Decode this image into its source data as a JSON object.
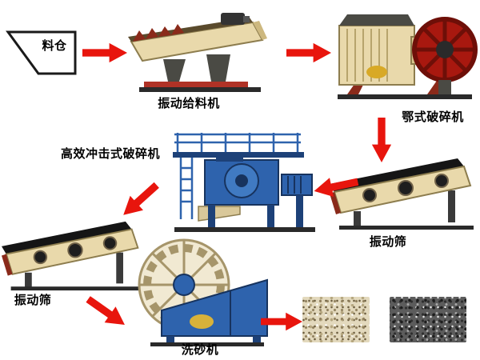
{
  "diagram": {
    "type": "process-flow",
    "title": "sand-production-line-flow",
    "nodes": [
      {
        "id": "silo",
        "label": "料仓"
      },
      {
        "id": "vibrating-feeder",
        "label": "振动给料机"
      },
      {
        "id": "jaw-crusher",
        "label": "鄂式破碎机"
      },
      {
        "id": "vibrating-screen-right",
        "label": "振动筛"
      },
      {
        "id": "impact-crusher",
        "label": "高效冲击式破碎机"
      },
      {
        "id": "vibrating-screen-left",
        "label": "振动筛"
      },
      {
        "id": "sand-washer",
        "label": "洗砂机"
      }
    ],
    "edges": [
      [
        "silo",
        "vibrating-feeder"
      ],
      [
        "vibrating-feeder",
        "jaw-crusher"
      ],
      [
        "jaw-crusher",
        "vibrating-screen-right"
      ],
      [
        "vibrating-screen-right",
        "impact-crusher"
      ],
      [
        "impact-crusher",
        "vibrating-screen-left"
      ],
      [
        "vibrating-screen-left",
        "sand-washer"
      ],
      [
        "sand-washer",
        "finished-products"
      ]
    ]
  },
  "colors": {
    "arrow_red": "#e8150d",
    "machine_tan": "#e9d9ab",
    "machine_blue": "#2e63ad",
    "deck_black": "#151515",
    "flywheel_red": "#a8180f",
    "background": "#ffffff"
  }
}
